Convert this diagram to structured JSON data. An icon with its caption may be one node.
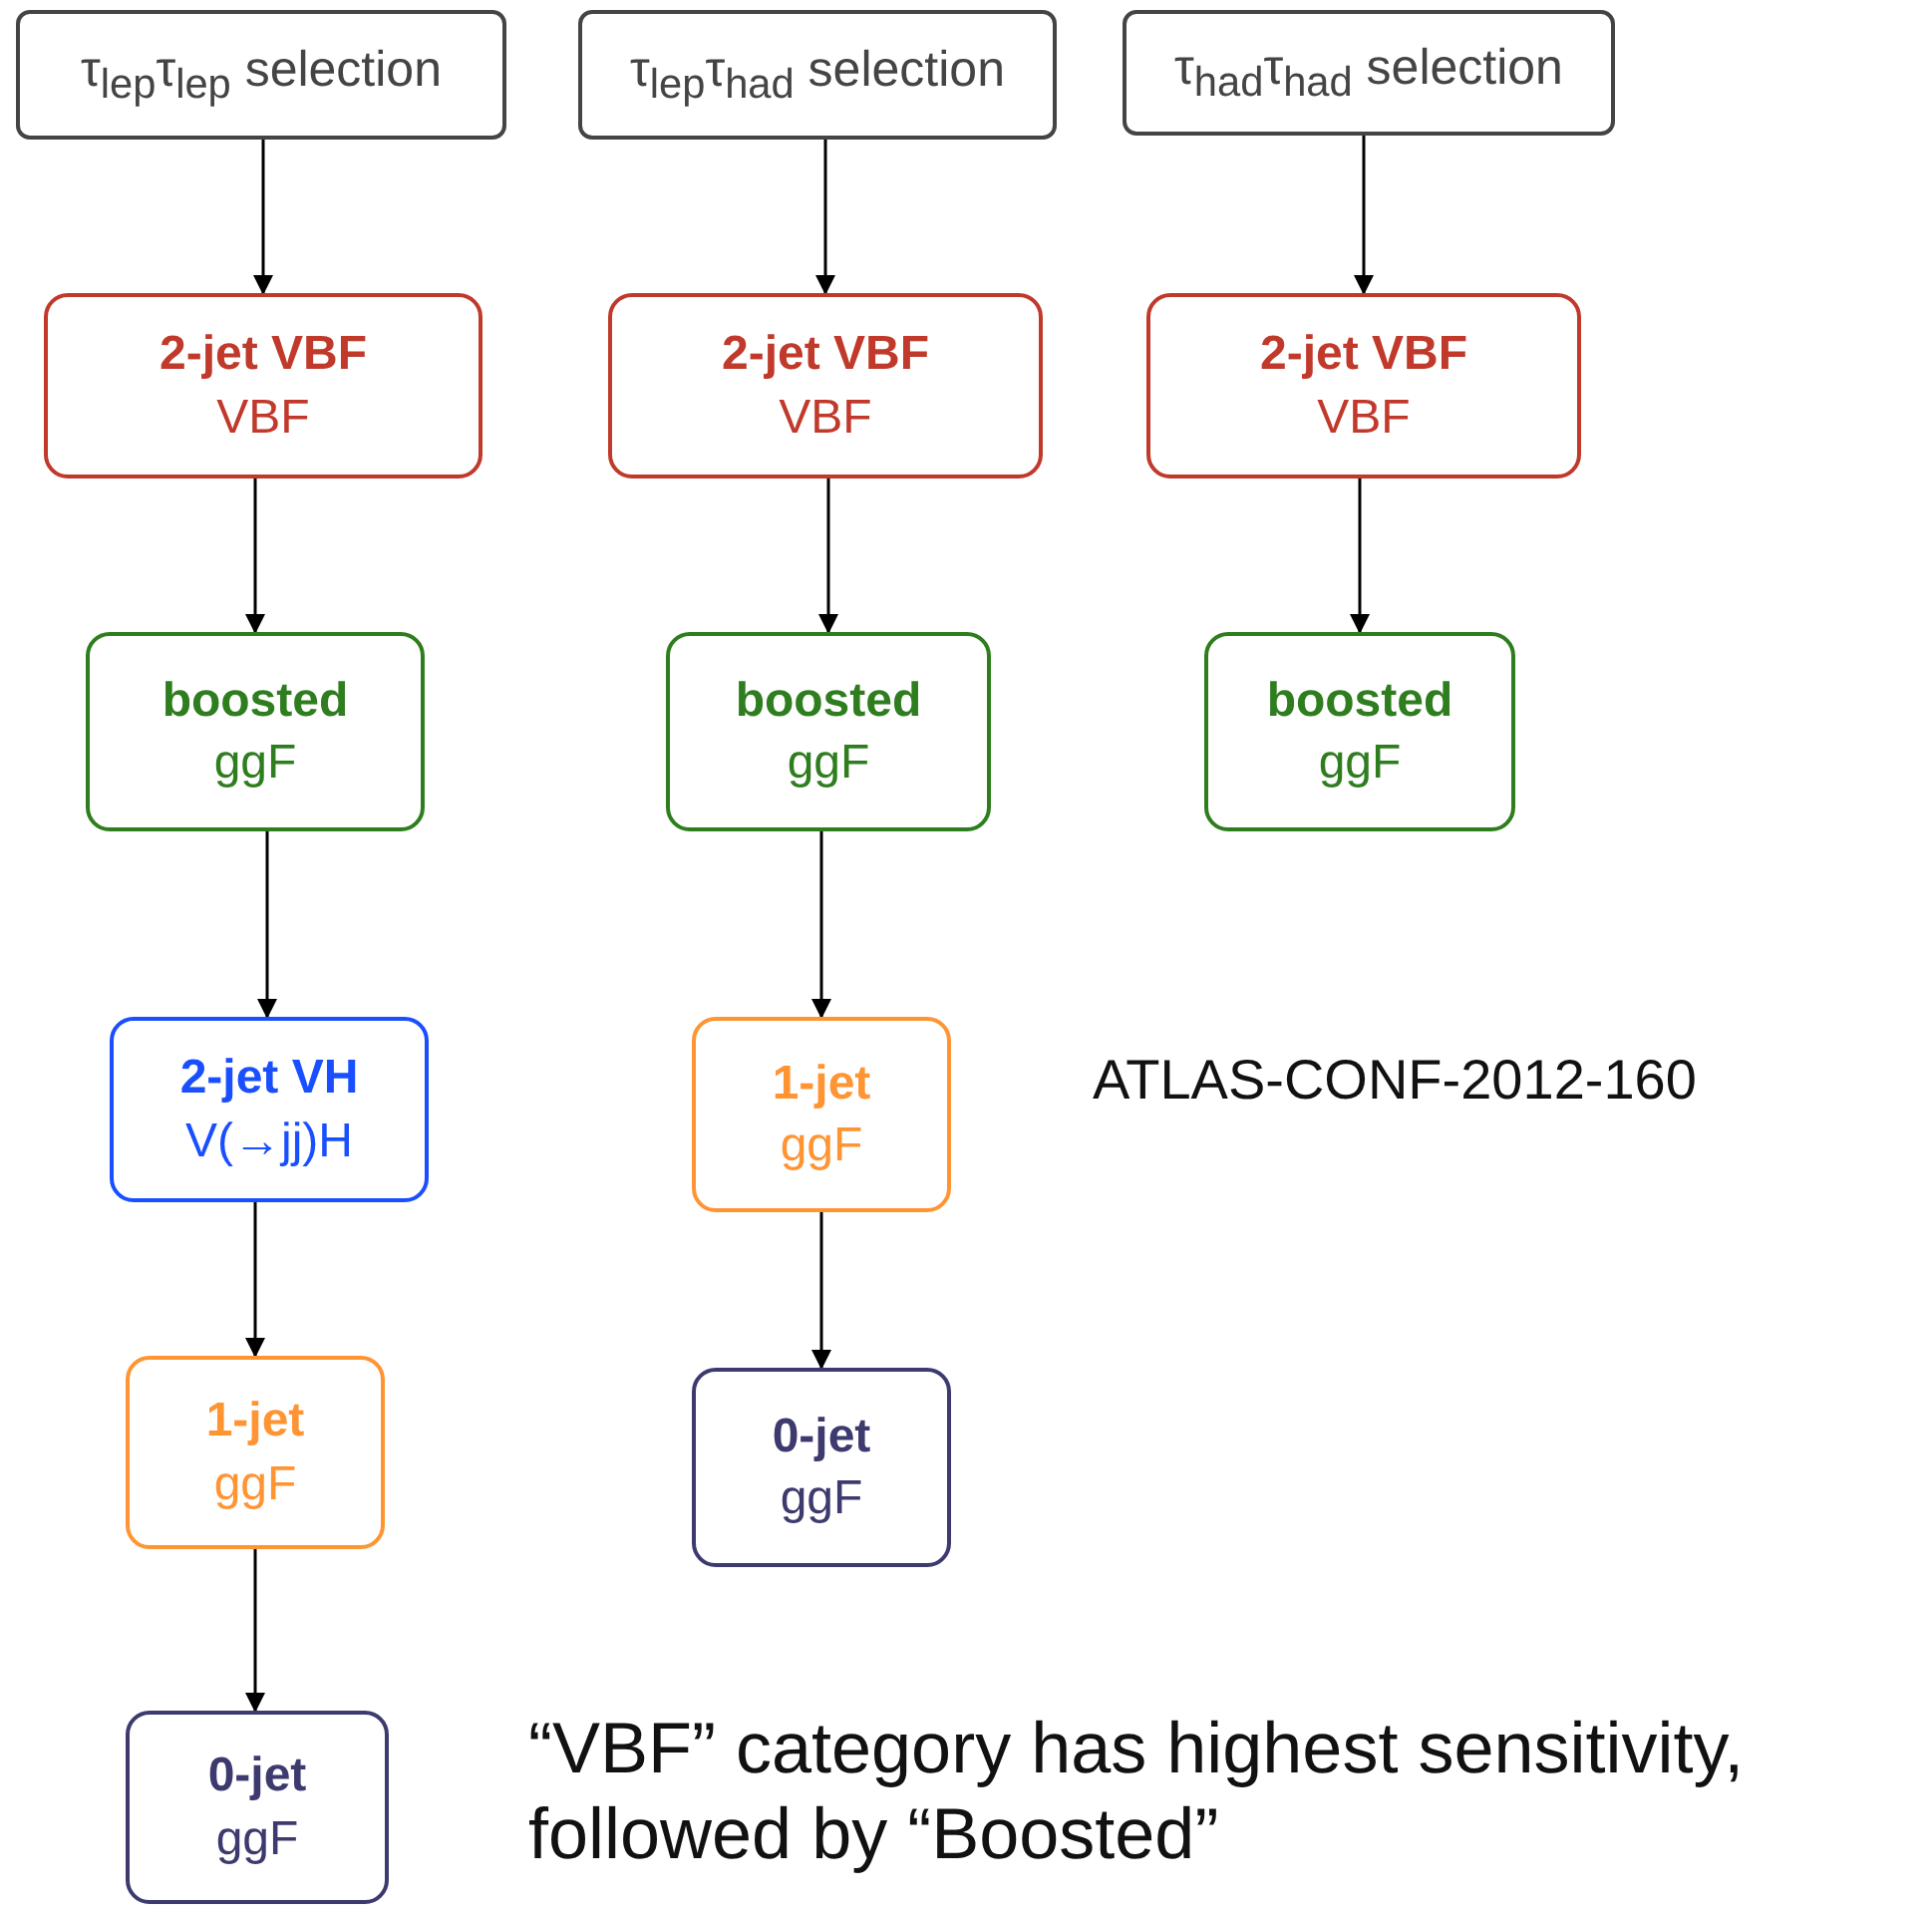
{
  "diagram": {
    "nodes": [
      {
        "text": [
          "τ$_{lep}$τ$_{lep}$ selection"
        ]
      },
      {
        "text": [
          "2-jet VBF",
          "VBF"
        ]
      },
      {
        "text": [
          "boosted",
          "ggF"
        ]
      },
      {
        "text": [
          "2-jet VH",
          "V(→jj)H"
        ]
      },
      {
        "text": [
          "1-jet",
          "ggF"
        ]
      },
      {
        "text": [
          "0-jet",
          "ggF"
        ]
      },
      {
        "text": [
          "τ$_{lep}$τ$_{had}$ selection"
        ]
      },
      {
        "text": [
          "2-jet VBF",
          "VBF"
        ]
      },
      {
        "text": [
          "boosted",
          "ggF"
        ]
      },
      {
        "text": [
          "1-jet",
          "ggF"
        ]
      },
      {
        "text": [
          "0-jet",
          "ggF"
        ]
      },
      {
        "text": [
          "τ$_{had}$τ$_{had}$ selection"
        ]
      },
      {
        "text": [
          "2-jet VBF",
          "VBF"
        ]
      },
      {
        "text": [
          "boosted",
          "ggF"
        ]
      }
    ],
    "edges": [
      {
        "from": 0,
        "to": 1,
        "arrow": "to"
      },
      {
        "from": 1,
        "to": 2,
        "arrow": "to"
      },
      {
        "from": 2,
        "to": 3,
        "arrow": "to"
      },
      {
        "from": 3,
        "to": 4,
        "arrow": "to"
      },
      {
        "from": 4,
        "to": 5,
        "arrow": "to"
      },
      {
        "from": 6,
        "to": 7,
        "arrow": "to"
      },
      {
        "from": 7,
        "to": 8,
        "arrow": "to"
      },
      {
        "from": 8,
        "to": 9,
        "arrow": "to"
      },
      {
        "from": 9,
        "to": 10,
        "arrow": "to"
      },
      {
        "from": 11,
        "to": 12,
        "arrow": "to"
      },
      {
        "from": 12,
        "to": 13,
        "arrow": "to"
      }
    ],
    "labels": [
      "ATLAS-CONF-2012-160",
      "“VBF” category has highest sensitivity, followed by “Boosted”"
    ]
  }
}
